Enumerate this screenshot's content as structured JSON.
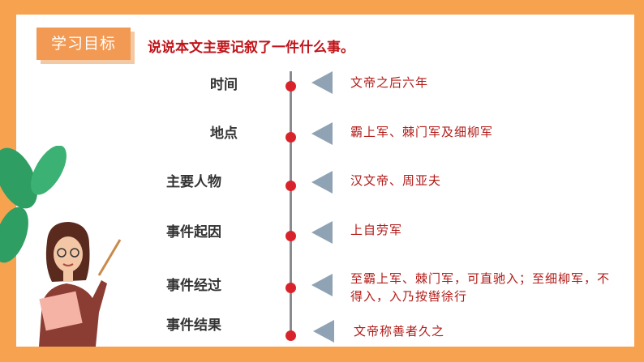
{
  "tag": {
    "text": "学习目标"
  },
  "question": {
    "text": "说说本文主要记叙了一件什么事。"
  },
  "rows": [
    {
      "label": "时间",
      "value": "文帝之后六年"
    },
    {
      "label": "地点",
      "value": "霸上军、棘门军及细柳军"
    },
    {
      "label": "主要人物",
      "value": "汉文帝、周亚夫"
    },
    {
      "label": "事件起因",
      "value": "上自劳军"
    },
    {
      "label": "事件经过",
      "value": "至霸上军、棘门军，可直驰入；至细柳军，不得入，入乃按辔徐行"
    },
    {
      "label": "事件结果",
      "value": "文帝称善者久之"
    }
  ],
  "colors": {
    "frame": "#f7a24f",
    "accent_red": "#d9232b",
    "question_red": "#c0141a",
    "value_red": "#b21a17",
    "triangle": "#8fa3b5"
  }
}
